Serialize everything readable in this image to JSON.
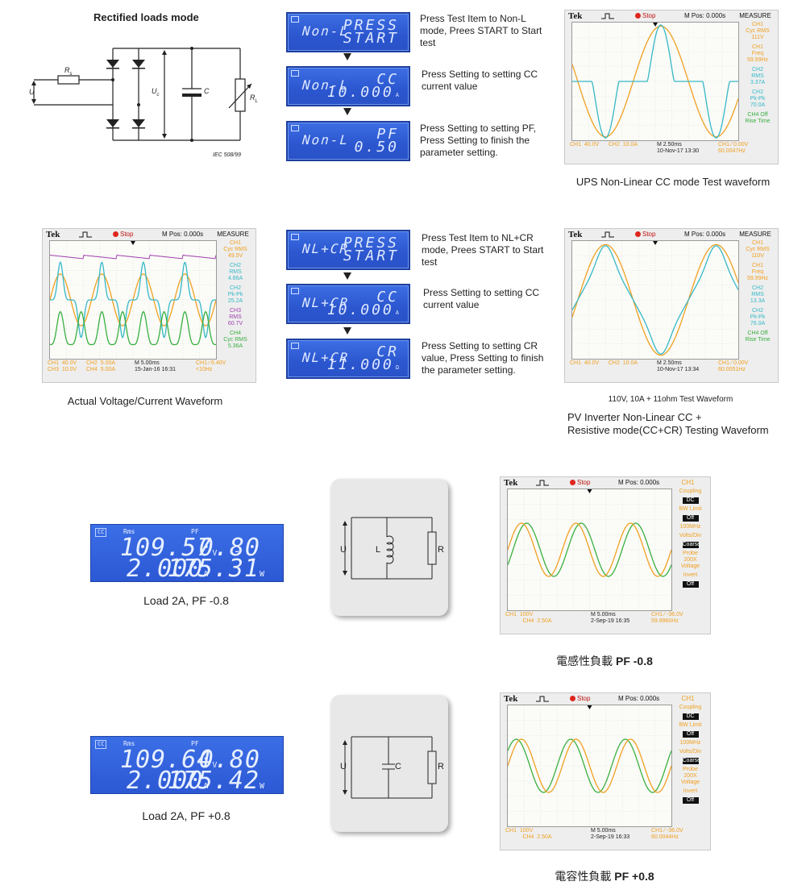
{
  "rectified": {
    "title": "Rectified loads mode",
    "labels": {
      "rs": "R",
      "rs_sub": "s",
      "u": "U",
      "uc": "U",
      "uc_sub": "c",
      "c": "C",
      "rl": "R",
      "rl_sub": "L",
      "iec": "IEC   508/99"
    }
  },
  "nonl": {
    "lcd1": {
      "left": "Non-L",
      "r1": "PRESS",
      "r2": "START"
    },
    "lcd2": {
      "left": "Non-L",
      "r1": "CC",
      "r2": "10.000",
      "unit": "A"
    },
    "lcd3": {
      "left": "Non-L",
      "r1": "PF",
      "r2": "0.50",
      "unit": ""
    },
    "text1": "Press Test Item to Non-L mode, Prees START to Start test",
    "text2": "Press Setting to setting CC current value",
    "text3": "Press Setting to setting PF, Press Setting to finish the parameter setting."
  },
  "nlcr": {
    "lcd1": {
      "left": "NL+CR",
      "r1": "PRESS",
      "r2": "START"
    },
    "lcd2": {
      "left": "NL+CR",
      "r1": "CC",
      "r2": "10.000",
      "unit": "A"
    },
    "lcd3": {
      "left": "NL+CR",
      "r1": "CR",
      "r2": "11.000",
      "unit": "Ω"
    },
    "text1": "Press Test Item to NL+CR mode, Prees START to Start test",
    "text2": "Press Setting to setting CC current value",
    "text3": "Press Setting to setting CR value, Press Setting to finish the parameter setting."
  },
  "scope1": {
    "tek": "Tek",
    "stop": "Stop",
    "mpos": "M Pos: 0.000s",
    "side_title": "MEASURE",
    "side": [
      "CH1\nCyc RMS\n111V",
      "CH1\nFreq\n59.99Hz",
      "CH2\nRMS\n3.37A",
      "CH2\nPk-Pk\n70.0A",
      "CH4 Off\nRise Time"
    ],
    "foot_l": "CH1  40.0V      CH2  10.0A",
    "foot_m": "M 2.50ms\n10-Nov-17 13:30",
    "foot_r": "CH1 ⁄ 0.00V\n60.0047Hz",
    "caption": "UPS Non-Linear CC mode Test waveform"
  },
  "scope2": {
    "tek": "Tek",
    "stop": "Stop",
    "mpos": "M Pos: 0.000s",
    "side_title": "MEASURE",
    "side": [
      "CH1\nCyc RMS\n49.5V",
      "CH2\nRMS\n4.86A",
      "CH2\nPk-Pk\n25.2A",
      "CH3\nRMS\n60.7V",
      "CH4\nCyc RMS\n5.36A"
    ],
    "foot_l": "CH1  40.0V      CH2  5.00A\nCH3  10.0V      CH4  5.00A",
    "foot_m": "M 5.00ms\n15-Jan-16 16:31",
    "foot_r": "CH1 ⁄ 6.40V\n<10Hz",
    "caption": "Actual  Voltage/Current Waveform"
  },
  "scope3": {
    "tek": "Tek",
    "stop": "Stop",
    "mpos": "M Pos: 0.000s",
    "side_title": "MEASURE",
    "side": [
      "CH1\nCyc RMS\n110V",
      "CH1\nFreq\n59.99Hz",
      "CH2\nRMS\n13.3A",
      "CH2\nPk-Pk\n76.0A",
      "CH4 Off\nRise Time"
    ],
    "foot_l": "CH1  40.0V      CH2  10.0A",
    "foot_m": "M 2.50ms\n10-Nov-17 13:34",
    "foot_r": "CH1 ⁄ 0.00V\n60.0051Hz",
    "caption_small": "110V, 10A + 11ohm Test Waveform",
    "caption": "PV Inverter Non-Linear CC +\nResistive mode(CC+CR) Testing Waveform"
  },
  "meter1": {
    "tag": "CC",
    "rms": "Rms",
    "pf": "PF",
    "v": "109.57",
    "vu": "V",
    "dash": "-",
    "pfv": "0.80",
    "a": "2.000",
    "au": "A",
    "w": "175.31",
    "wu": "W",
    "caption": "Load 2A, PF -0.8"
  },
  "meter2": {
    "tag": "CC",
    "rms": "Rms",
    "pf": "PF",
    "v": "109.64",
    "vu": "V",
    "dash": "",
    "pfv": "0.80",
    "a": "2.000",
    "au": "A",
    "w": "175.42",
    "wu": "W",
    "caption": "Load 2A, PF +0.8"
  },
  "circuit1": {
    "u": "U",
    "l": "L",
    "r": "R"
  },
  "circuit2": {
    "u": "U",
    "c": "C",
    "r": "R"
  },
  "scope4": {
    "tek": "Tek",
    "stop": "Stop",
    "mpos": "M Pos: 0.000s",
    "side_title": "CH1",
    "side": [
      "Coupling",
      "DC",
      "BW Limit",
      "Off",
      "100MHz",
      "Volts/Div",
      "Coarse",
      "Probe\n200X\nVoltage",
      "Invert",
      "Off"
    ],
    "foot_l": "CH1  100V\n           CH4  2.50A",
    "foot_m": "M 5.00ms\n2-Sep-19 16:35",
    "foot_r": "CH1 ⁄ -36.0V\n59.9960Hz",
    "caption_cn": "電感性負載",
    "caption_pf": "PF -0.8"
  },
  "scope5": {
    "tek": "Tek",
    "stop": "Stop",
    "mpos": "M Pos: 0.000s",
    "side_title": "CH1",
    "side": [
      "Coupling",
      "DC",
      "BW Limit",
      "Off",
      "100MHz",
      "Volts/Div",
      "Coarse",
      "Probe\n200X\nVoltage",
      "Invert",
      "Off"
    ],
    "foot_l": "CH1  100V\n           CH4  2.50A",
    "foot_m": "M 5.00ms\n2-Sep-19 16:33",
    "foot_r": "CH1 ⁄ -36.0V\n60.0044Hz",
    "caption_cn": "電容性負載",
    "caption_pf": "PF +0.8"
  },
  "colors": {
    "ch1": "#f0a020",
    "ch2": "#35b8c8",
    "ch3": "#a040b0",
    "ch4": "#38b040",
    "lcd": "#2f5ad6"
  }
}
